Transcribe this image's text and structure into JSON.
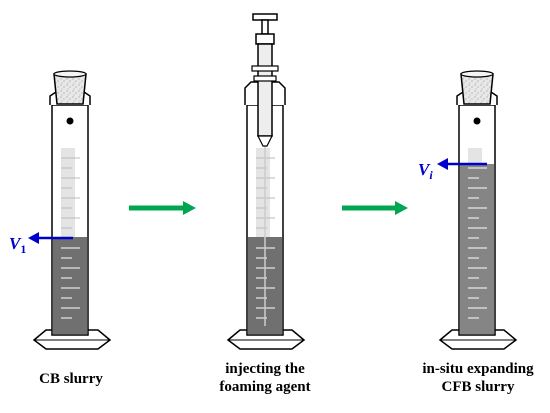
{
  "stages": [
    {
      "caption_lines": [
        "CB slurry"
      ],
      "volume_label": "V",
      "volume_subscript": "1"
    },
    {
      "caption_lines": [
        "injecting the",
        "foaming agent"
      ]
    },
    {
      "caption_lines": [
        "in-situ expanding",
        "CFB slurry"
      ],
      "volume_label": "V",
      "volume_subscript": "i"
    }
  ],
  "colors": {
    "slurry": "#707070",
    "foam": "#858585",
    "process_arrow": "#00a651",
    "volume_arrow": "#0000cc",
    "stopper": "#e6e6e6",
    "outline": "#000000"
  }
}
